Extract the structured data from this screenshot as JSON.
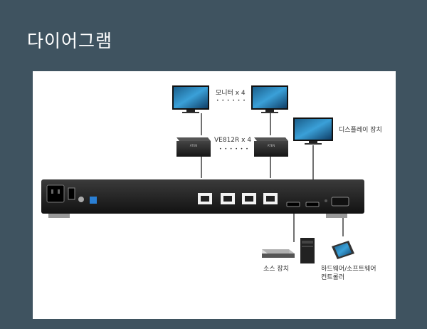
{
  "title": "다이어그램",
  "labels": {
    "monitors": "모니터 x 4",
    "receivers": "VE812R x 4",
    "display": "디스플레이 장치",
    "source": "소스 장치",
    "controller_line1": "하드웨어/소프트웨어",
    "controller_line2": "컨트롤러",
    "brand": "ATEN"
  },
  "dots": "• • • • • •"
}
